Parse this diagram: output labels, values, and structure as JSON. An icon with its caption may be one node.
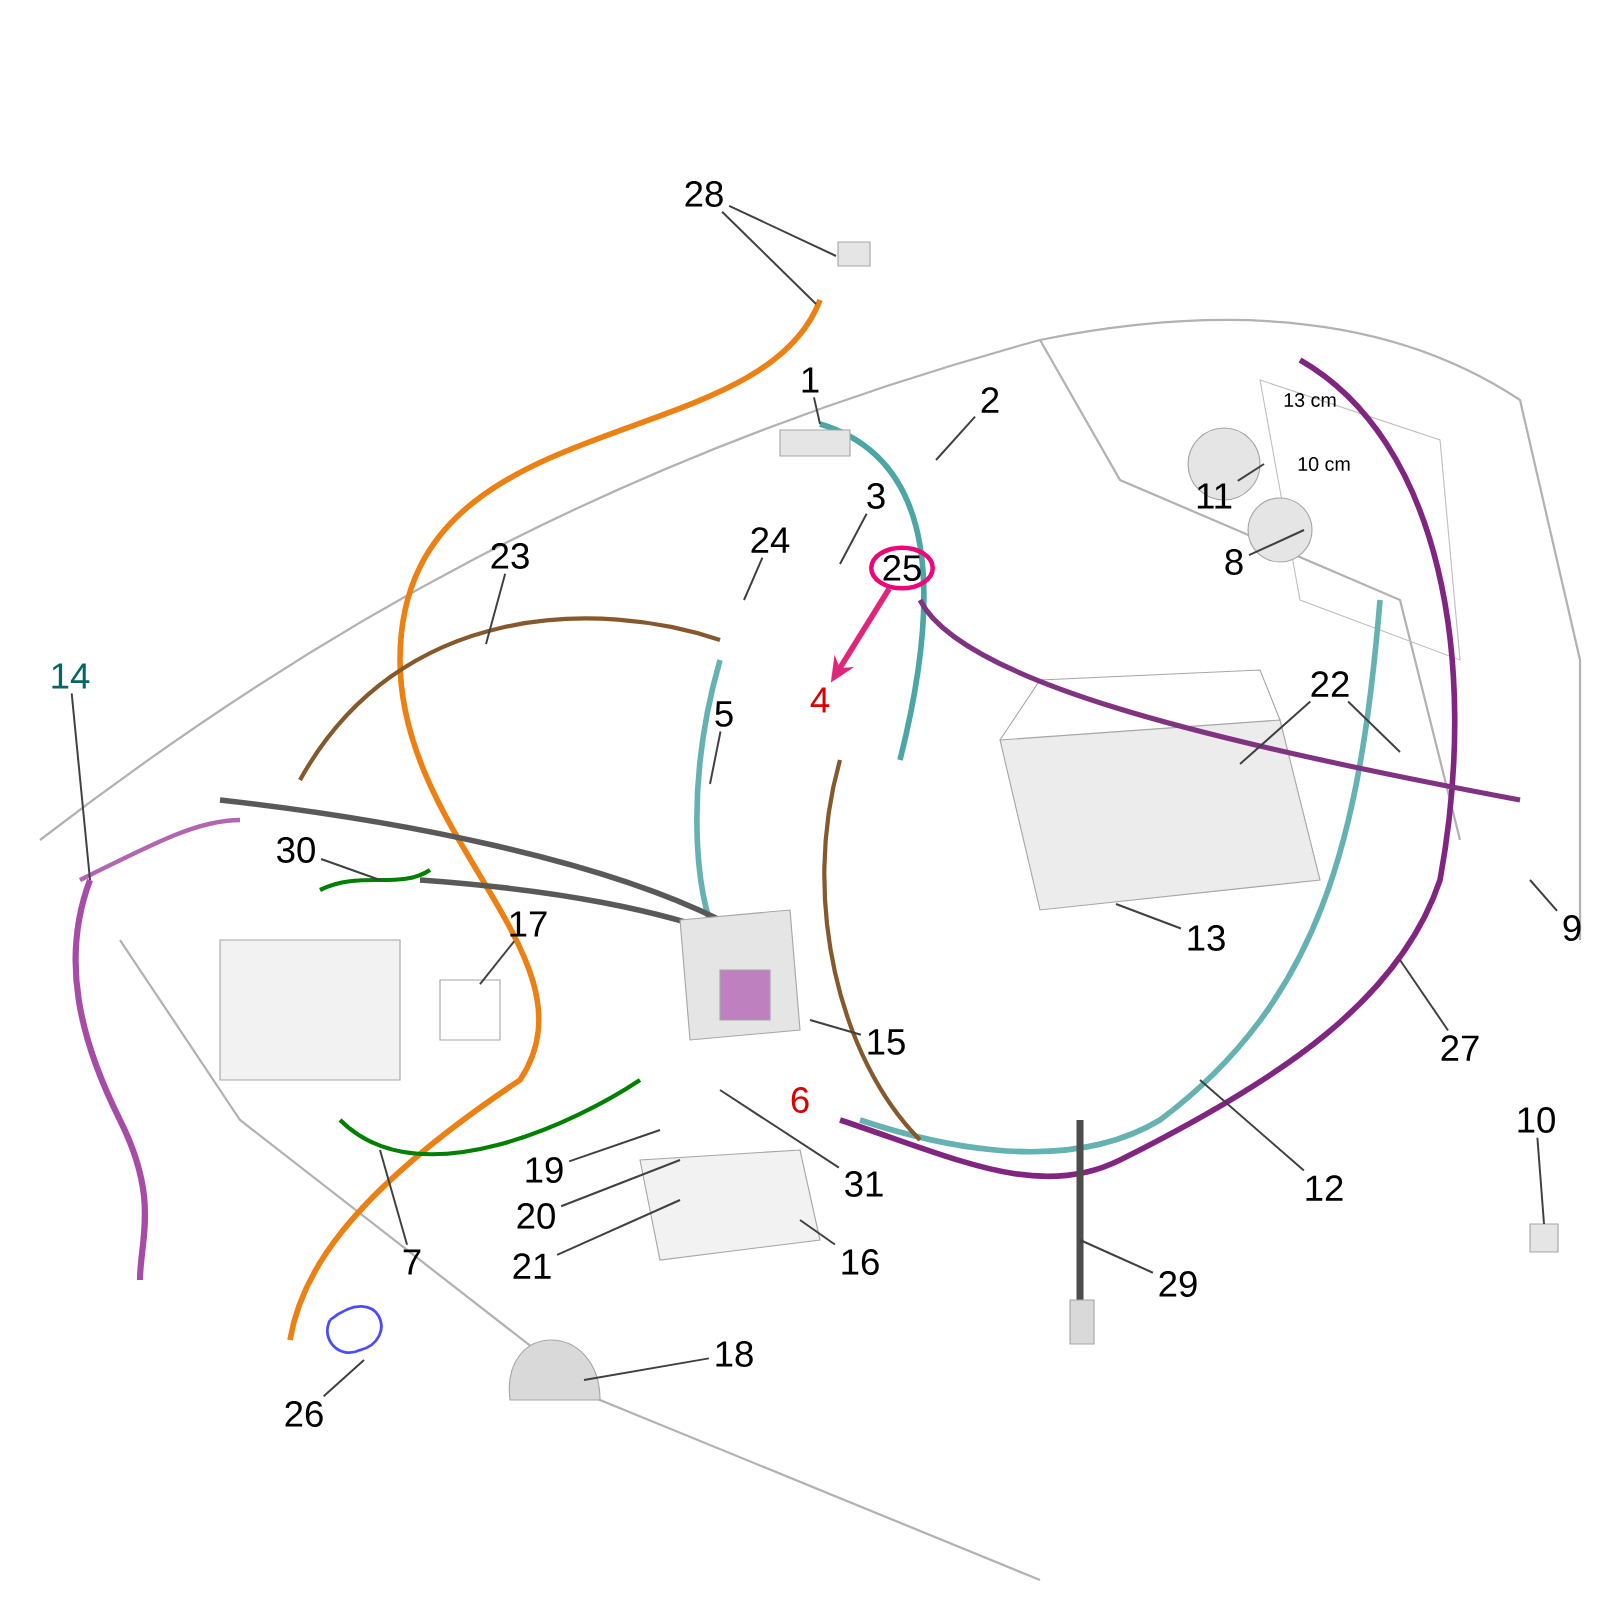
{
  "diagram": {
    "nodes": [
      {
        "text": [
          "1"
        ]
      },
      {
        "text": [
          "2"
        ]
      },
      {
        "text": [
          "3"
        ]
      },
      {
        "text": [
          "4"
        ]
      },
      {
        "text": [
          "5"
        ]
      },
      {
        "text": [
          "6"
        ]
      },
      {
        "text": [
          "7"
        ]
      },
      {
        "text": [
          "8"
        ]
      },
      {
        "text": [
          "9"
        ]
      },
      {
        "text": [
          "10"
        ]
      },
      {
        "text": [
          "11"
        ]
      },
      {
        "text": [
          "12"
        ]
      },
      {
        "text": [
          "13"
        ]
      },
      {
        "text": [
          "14"
        ]
      },
      {
        "text": [
          "15"
        ]
      },
      {
        "text": [
          "16"
        ]
      },
      {
        "text": [
          "17"
        ]
      },
      {
        "text": [
          "18"
        ]
      },
      {
        "text": [
          "19"
        ]
      },
      {
        "text": [
          "20"
        ]
      },
      {
        "text": [
          "21"
        ]
      },
      {
        "text": [
          "22"
        ]
      },
      {
        "text": [
          "23"
        ]
      },
      {
        "text": [
          "24"
        ]
      },
      {
        "text": [
          "25"
        ]
      },
      {
        "text": [
          "26"
        ]
      },
      {
        "text": [
          "27"
        ]
      },
      {
        "text": [
          "28"
        ]
      },
      {
        "text": [
          "29"
        ]
      },
      {
        "text": [
          "30"
        ]
      },
      {
        "text": [
          "31"
        ]
      }
    ],
    "edges": [
      {
        "from": 0,
        "to": null,
        "arrow": "none"
      },
      {
        "from": 1,
        "to": null,
        "arrow": "none"
      },
      {
        "from": 2,
        "to": null,
        "arrow": "none"
      },
      {
        "from": 23,
        "to": null,
        "arrow": "none"
      },
      {
        "from": 22,
        "to": null,
        "arrow": "none"
      },
      {
        "from": 24,
        "to": 3,
        "arrow": "to",
        "style": "thick",
        "color": "#e0267a"
      },
      {
        "from": 27,
        "to": null,
        "arrow": "none"
      },
      {
        "from": 27,
        "to": null,
        "arrow": "none"
      },
      {
        "from": 13,
        "to": null,
        "arrow": "none"
      },
      {
        "from": 4,
        "to": null,
        "arrow": "none"
      },
      {
        "from": 29,
        "to": null,
        "arrow": "none"
      },
      {
        "from": 16,
        "to": null,
        "arrow": "none"
      },
      {
        "from": 21,
        "to": null,
        "arrow": "none"
      },
      {
        "from": 21,
        "to": null,
        "arrow": "none"
      },
      {
        "from": 12,
        "to": null,
        "arrow": "none"
      },
      {
        "from": 10,
        "to": null,
        "arrow": "none"
      },
      {
        "from": 7,
        "to": null,
        "arrow": "none"
      },
      {
        "from": 8,
        "to": null,
        "arrow": "none"
      },
      {
        "from": 26,
        "to": null,
        "arrow": "none"
      },
      {
        "from": 9,
        "to": null,
        "arrow": "none"
      },
      {
        "from": 11,
        "to": null,
        "arrow": "none"
      },
      {
        "from": 28,
        "to": null,
        "arrow": "none"
      },
      {
        "from": 30,
        "to": null,
        "arrow": "none"
      },
      {
        "from": 14,
        "to": null,
        "arrow": "none"
      },
      {
        "from": 15,
        "to": null,
        "arrow": "none"
      },
      {
        "from": 20,
        "to": null,
        "arrow": "none"
      },
      {
        "from": 19,
        "to": null,
        "arrow": "none"
      },
      {
        "from": 18,
        "to": null,
        "arrow": "none"
      },
      {
        "from": 6,
        "to": null,
        "arrow": "none"
      },
      {
        "from": 25,
        "to": null,
        "arrow": "none"
      },
      {
        "from": 17,
        "to": null,
        "arrow": "none"
      }
    ],
    "labels": [
      "13 cm",
      "10 cm"
    ]
  }
}
